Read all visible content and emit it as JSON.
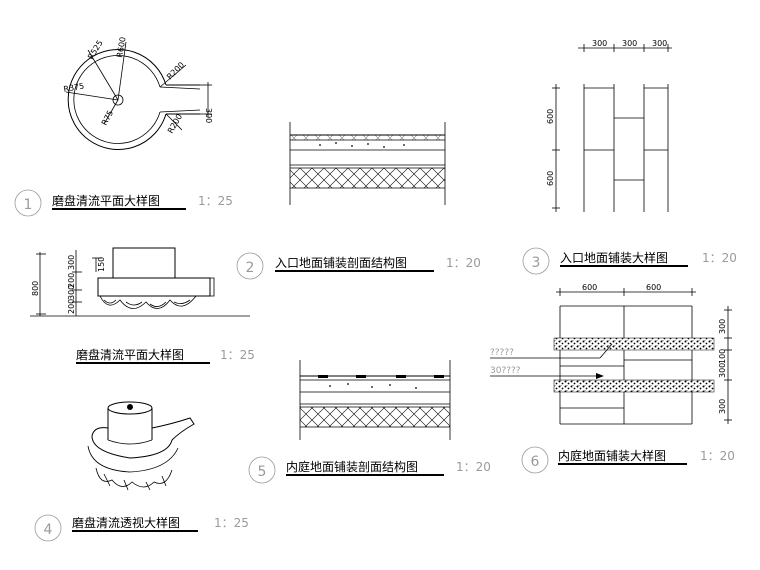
{
  "drawings": [
    {
      "number": "1",
      "title": "磨盘清流平面大样图",
      "scale": "1：25"
    },
    {
      "number": "",
      "title": "磨盘清流平面大样图",
      "scale": "1：25"
    },
    {
      "number": "2",
      "title": "入口地面铺装剖面结构图",
      "scale": "1：20"
    },
    {
      "number": "3",
      "title": "入口地面铺装大样图",
      "scale": "1：20"
    },
    {
      "number": "4",
      "title": "磨盘清流透视大样图",
      "scale": "1：25"
    },
    {
      "number": "5",
      "title": "内庭地面铺装剖面结构图",
      "scale": "1：20"
    },
    {
      "number": "6",
      "title": "内庭地面铺装大样图",
      "scale": "1：20"
    }
  ],
  "dims": {
    "r600": "R600",
    "r525": "R525",
    "r375": "R375",
    "r75": "R75",
    "r200a": "R200",
    "r200b": "R200",
    "d300": "300",
    "elev800": "800",
    "elev300": "300",
    "elev200a": "200",
    "elev300b": "300",
    "elev200b": "200",
    "elev150": "150",
    "top300a": "300",
    "top300b": "300",
    "top300c": "300",
    "side600a": "600",
    "side600b": "600",
    "top600a": "600",
    "top600b": "600",
    "right300a": "300",
    "right100": "100",
    "right300b": "300",
    "right300c": "300"
  },
  "notes": {
    "n1": "?????",
    "n2": "30????"
  }
}
